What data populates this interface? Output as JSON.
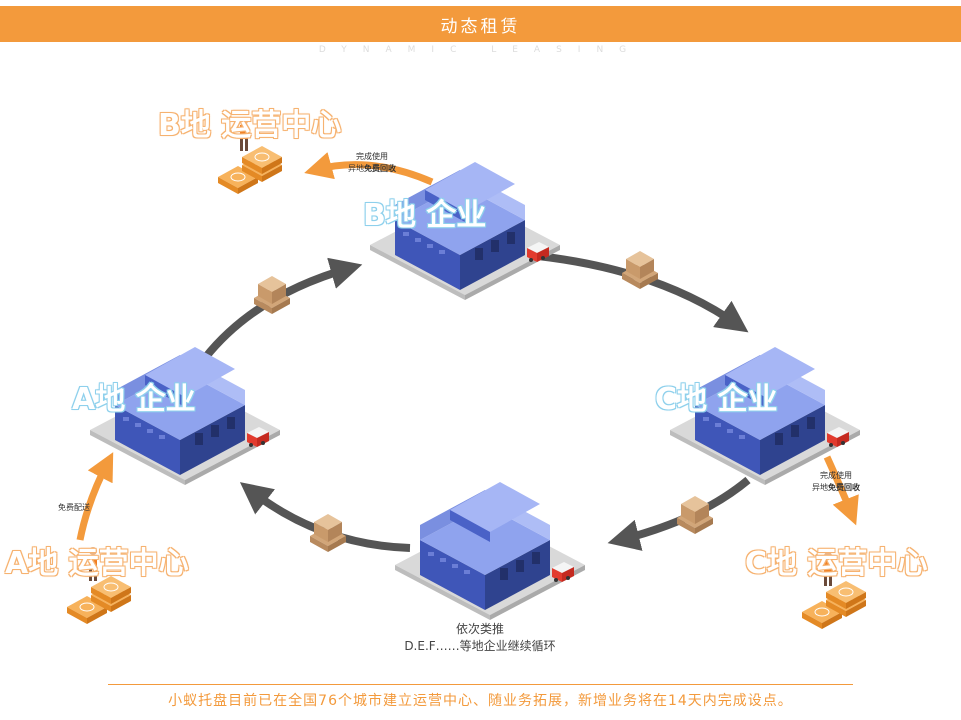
{
  "header": {
    "title": "动态租赁",
    "subtitle": "DYNAMIC LEASING"
  },
  "labels": {
    "b_center": "B地 运营中心",
    "b_company": "B地 企业",
    "a_company": "A地 企业",
    "c_company": "C地 企业",
    "a_center": "A地 运营中心",
    "c_center": "C地 运营中心"
  },
  "notes": {
    "b_line1": "完成使用",
    "b_line2_prefix": "异地",
    "b_line2_bold": "免费回收",
    "c_line1": "完成使用",
    "c_line2_prefix": "异地",
    "c_line2_bold": "免费回收",
    "a_delivery": "免费配送"
  },
  "caption": {
    "line1": "依次类推",
    "line2": "D.E.F……等地企业继续循环"
  },
  "footer": {
    "text": "小蚁托盘目前已在全国76个城市建立运营中心、随业务拓展，新增业务将在14天内完成设点。"
  },
  "colors": {
    "accent": "#f39a3c",
    "arrow_gray": "#555555",
    "warehouse_blue": "#3f56b8",
    "label_blue": "#8ed0ec"
  }
}
